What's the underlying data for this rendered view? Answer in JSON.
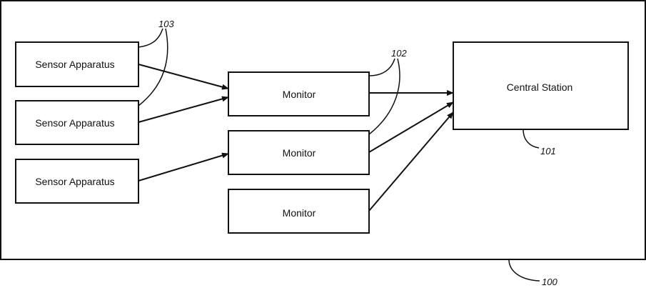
{
  "diagram": {
    "sensors": [
      {
        "label": "Sensor Apparatus"
      },
      {
        "label": "Sensor Apparatus"
      },
      {
        "label": "Sensor Apparatus"
      }
    ],
    "monitors": [
      {
        "label": "Monitor"
      },
      {
        "label": "Monitor"
      },
      {
        "label": "Monitor"
      }
    ],
    "central_station": {
      "label": "Central Station"
    },
    "refs": {
      "system": "100",
      "central_station": "101",
      "monitors": "102",
      "sensors": "103"
    }
  }
}
